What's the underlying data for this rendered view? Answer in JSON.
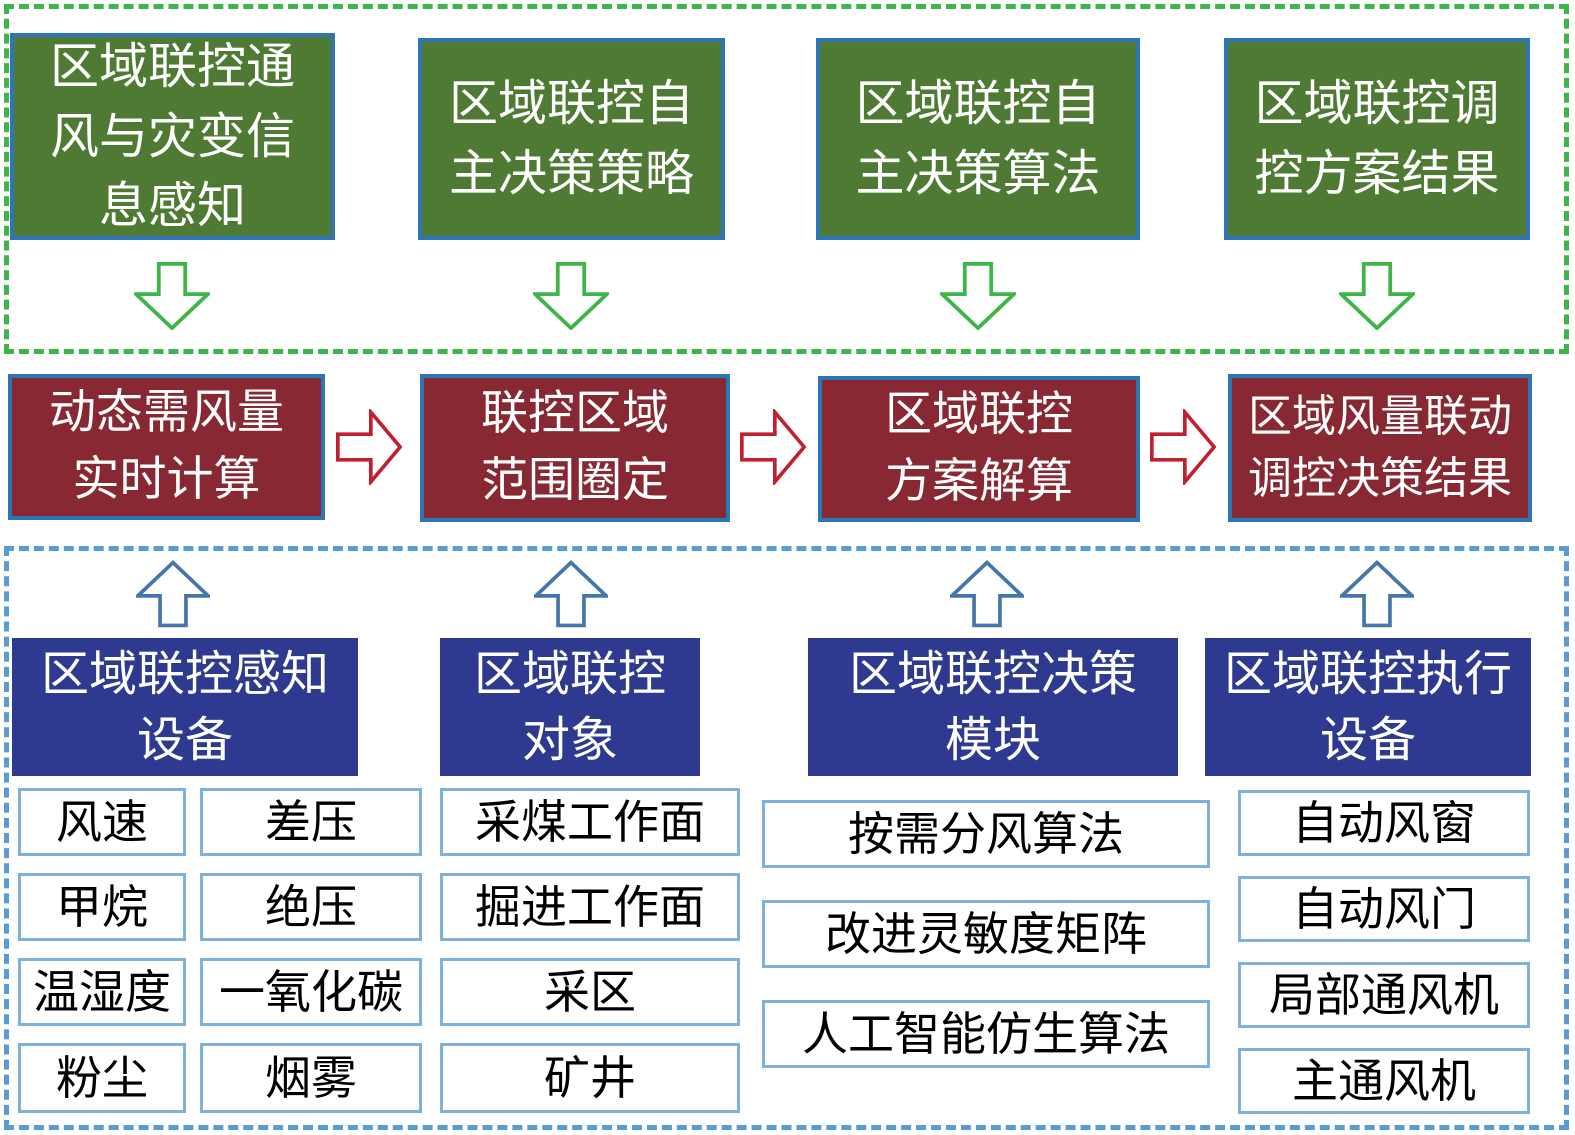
{
  "colors": {
    "green_box": "#4e7a33",
    "red_box": "#872832",
    "blue_box": "#2e3a8f",
    "box_border": "#2e75b6",
    "green_accent": "#3db549",
    "blue_accent": "#5b9bd5",
    "red_accent": "#c02030",
    "item_border": "#7eb1dc"
  },
  "top_section": {
    "boxes": [
      {
        "label": "区域联控通\n风与灾变信\n息感知"
      },
      {
        "label": "区域联控自\n主决策策略"
      },
      {
        "label": "区域联控自\n主决策算法"
      },
      {
        "label": "区域联控调\n控方案结果"
      }
    ]
  },
  "process_row": {
    "boxes": [
      {
        "label": "动态需风量\n实时计算"
      },
      {
        "label": "联控区域\n范围圈定"
      },
      {
        "label": "区域联控\n方案解算"
      },
      {
        "label": "区域风量联动\n调控决策结果"
      }
    ]
  },
  "bottom_section": {
    "columns": [
      {
        "header": "区域联控感知\n设备",
        "items": [
          "风速",
          "差压",
          "甲烷",
          "绝压",
          "温湿度",
          "一氧化碳",
          "粉尘",
          "烟雾"
        ]
      },
      {
        "header": "区域联控\n对象",
        "items": [
          "采煤工作面",
          "掘进工作面",
          "采区",
          "矿井"
        ]
      },
      {
        "header": "区域联控决策\n模块",
        "items": [
          "按需分风算法",
          "改进灵敏度矩阵",
          "人工智能仿生算法"
        ]
      },
      {
        "header": "区域联控执行\n设备",
        "items": [
          "自动风窗",
          "自动风门",
          "局部通风机",
          "主通风机"
        ]
      }
    ]
  }
}
